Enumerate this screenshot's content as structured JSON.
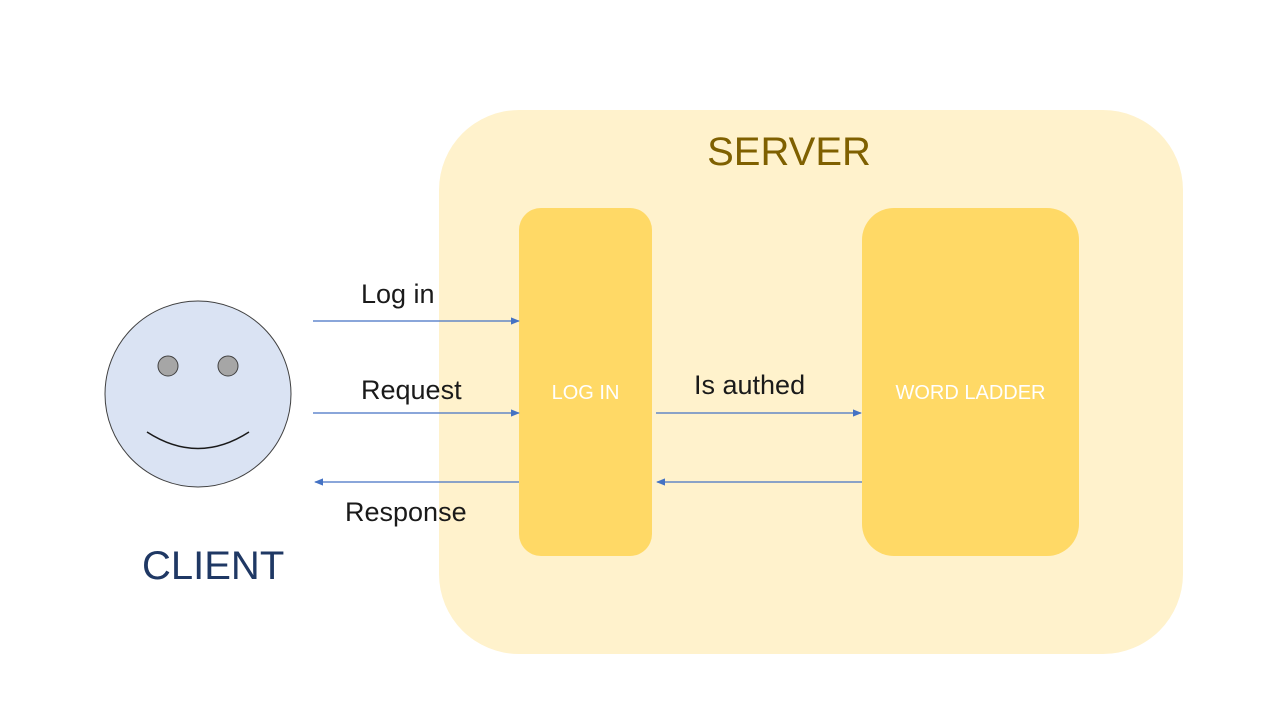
{
  "colors": {
    "server_fill": "#fff2cc",
    "node_fill": "#ffd966",
    "server_title": "#7f6000",
    "client_label": "#1f3864",
    "arrow": "#4472c4",
    "face_fill": "#dae3f3",
    "face_stroke": "#404040",
    "eye_fill": "#a6a6a6"
  },
  "server": {
    "title": "SERVER"
  },
  "nodes": {
    "login": {
      "label": "LOG IN"
    },
    "word_ladder": {
      "label": "WORD LADDER"
    }
  },
  "client": {
    "label": "CLIENT",
    "icon": "smiley-face-icon"
  },
  "edges": {
    "log_in": {
      "label": "Log in"
    },
    "request": {
      "label": "Request"
    },
    "response": {
      "label": "Response"
    },
    "is_authed": {
      "label": "Is authed"
    }
  }
}
